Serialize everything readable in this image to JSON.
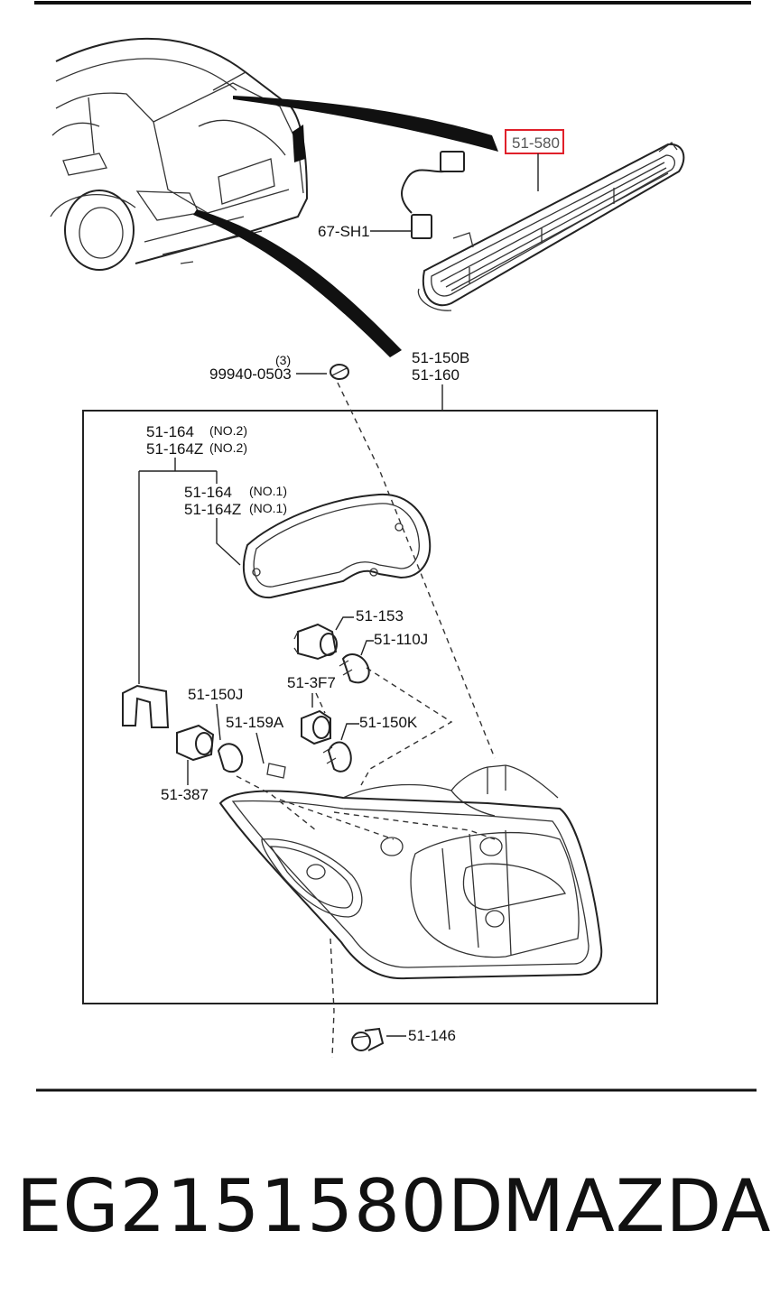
{
  "diagram": {
    "labels": {
      "p51_580": "51-580",
      "p67_sh1": "67-SH1",
      "qty3": "(3)",
      "p99940": "99940-0503",
      "p51_150b": "51-150B",
      "p51_160": "51-160",
      "p51_164_no2": "51-164",
      "no2_a": "(NO.2)",
      "p51_164z_no2": "51-164Z",
      "no2_b": "(NO.2)",
      "p51_164_no1": "51-164",
      "no1_a": "(NO.1)",
      "p51_164z_no1": "51-164Z",
      "no1_b": "(NO.1)",
      "p51_153": "51-153",
      "p51_110j": "51-110J",
      "p51_3f7": "51-3F7",
      "p51_150j": "51-150J",
      "p51_159a": "51-159A",
      "p51_150k": "51-150K",
      "p51_387": "51-387",
      "p51_146": "51-146"
    },
    "highlighted_part": "51-580",
    "highlight_color": "#e0202a"
  },
  "footer": {
    "part_number": "EG2151580D",
    "brand": "MAZDA"
  }
}
